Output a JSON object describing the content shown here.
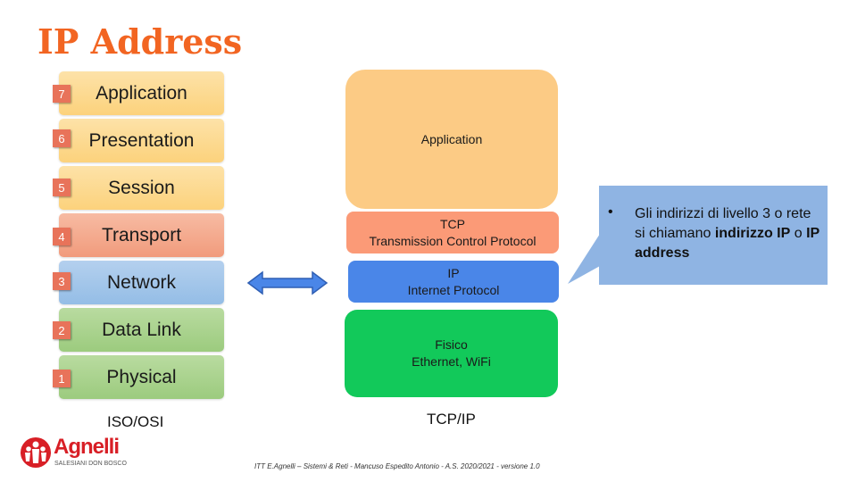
{
  "title": "IP Address",
  "osi": {
    "layers": [
      {
        "num": "7",
        "label": "Application"
      },
      {
        "num": "6",
        "label": "Presentation"
      },
      {
        "num": "5",
        "label": "Session"
      },
      {
        "num": "4",
        "label": "Transport"
      },
      {
        "num": "3",
        "label": "Network"
      },
      {
        "num": "2",
        "label": "Data Link"
      },
      {
        "num": "1",
        "label": "Physical"
      }
    ],
    "caption": "ISO/OSI"
  },
  "tcpip": {
    "application": "Application",
    "tcp_title": "TCP",
    "tcp_sub": "Transmission  Control Protocol",
    "ip_title": "IP",
    "ip_sub": "Internet Protocol",
    "fisico_title": "Fisico",
    "fisico_sub": "Ethernet, WiFi",
    "caption": "TCP/IP"
  },
  "callout": {
    "bullet": "•",
    "text_pre": "Gli indirizzi di livello 3 o rete si chiamano ",
    "bold1": "indirizzo IP",
    "mid": " o ",
    "bold2": "IP address"
  },
  "logo": {
    "name": "Agnelli",
    "sub": "SALESIANI DON BOSCO"
  },
  "footer": "ITT E.Agnelli – Sistemi & Reti - Mancuso  Espedito Antonio - A.S. 2020/2021 - versione 1.0",
  "colors": {
    "title": "#f26522",
    "upper_layers": "#fdd58a",
    "transport": "#f4a98a",
    "network": "#9fc3e7",
    "lower_layers": "#a9d18e",
    "tcp_app": "#fccb85",
    "tcp": "#fb9a77",
    "ip": "#4a86e8",
    "fisico": "#12c95a",
    "callout": "#8fb4e3",
    "arrow": "#4a86e8"
  }
}
